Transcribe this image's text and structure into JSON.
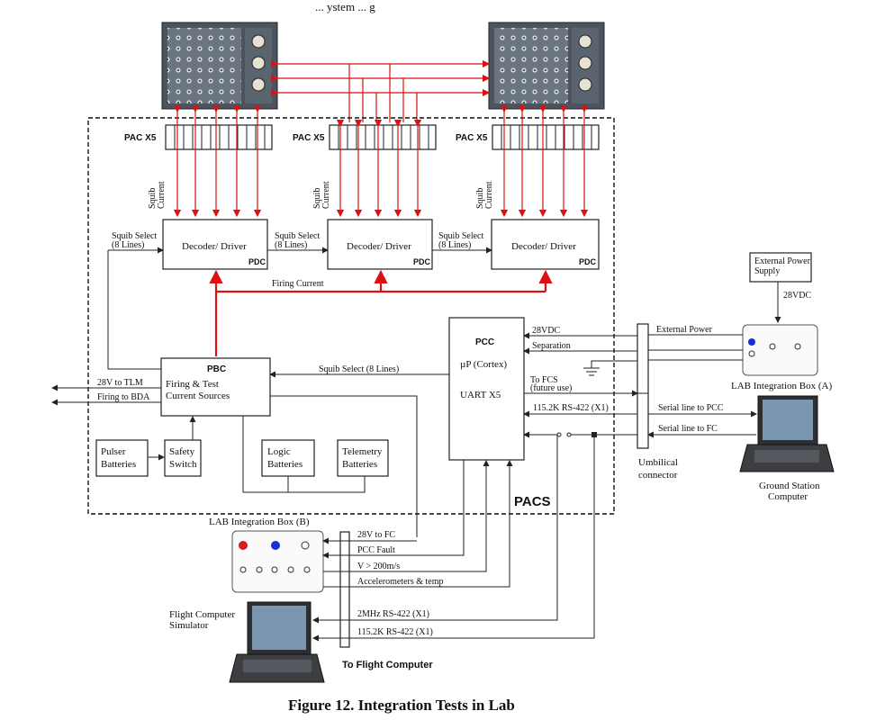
{
  "top_text_fragment": "... ystem ... g",
  "pac": {
    "label": "PAC X5"
  },
  "pdc": {
    "decoder_label": "Decoder/ Driver",
    "tag": "PDC"
  },
  "squib_current": [
    "Squib",
    "Current"
  ],
  "squib_select": [
    "Squib Select",
    "(8 Lines)"
  ],
  "firing_current": "Firing Current",
  "pbc": {
    "tag": "PBC",
    "line1": "Firing & Test",
    "line2": "Current  Sources"
  },
  "pbc_outputs": {
    "tlm": "28V to TLM",
    "bda": "Firing to BDA"
  },
  "batteries": {
    "pulser": [
      "Pulser",
      "Batteries"
    ],
    "safety": [
      "Safety",
      "Switch"
    ],
    "logic": [
      "Logic",
      "Batteries"
    ],
    "telemetry": [
      "Telemetry",
      "Batteries"
    ]
  },
  "pcc": {
    "tag": "PCC",
    "line1": "µP (Cortex)",
    "line2": "UART X5"
  },
  "pcc_links": {
    "squib_select_8": "Squib Select (8 Lines)",
    "v28": "28VDC",
    "separation": "Separation",
    "fcs": [
      "To FCS",
      "(future use)"
    ],
    "rs422": "115.2K RS-422 (X1)"
  },
  "pacs_label": "PACS",
  "external_power_supply": {
    "lines": [
      "External Power",
      "Supply"
    ],
    "voltage": "28VDC"
  },
  "umbilical": {
    "lines": [
      "Umbilical",
      "connector"
    ],
    "external_power": "External Power"
  },
  "lab_box_a": {
    "label": "LAB Integration Box (A)"
  },
  "serial_lines": {
    "pcc": "Serial line to PCC",
    "fc": "Serial line to FC"
  },
  "ground_station": [
    "Ground Station",
    "Computer"
  ],
  "lab_box_b": {
    "label": "LAB Integration Box (B)",
    "signals": [
      "28V to FC",
      "PCC Fault",
      "V > 200m/s",
      "Accelerometers & temp",
      "2MHz RS-422 (X1)",
      "115.2K RS-422 (X1)"
    ]
  },
  "flight_sim": [
    "Flight Computer",
    "Simulator"
  ],
  "to_flight_computer": "To Flight Computer",
  "caption": "Figure 12. Integration Tests in Lab",
  "colors": {
    "signal_red": "#d11111",
    "panel_dark": "#5a6470",
    "line": "#222222"
  }
}
